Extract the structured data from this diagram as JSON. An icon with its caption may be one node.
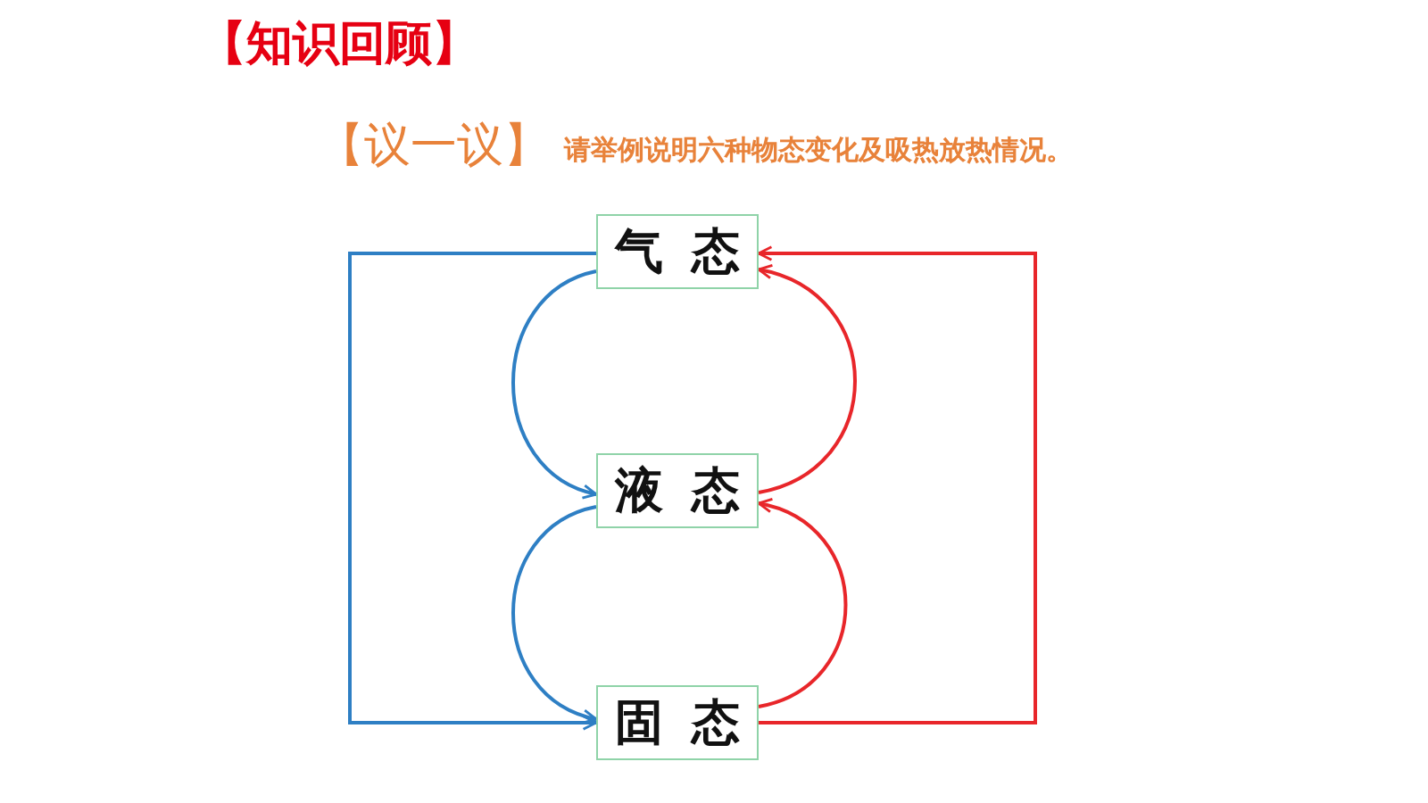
{
  "diagram": {
    "title": "【知识回顾】",
    "nodes": [
      {
        "text": [
          "气态"
        ]
      },
      {
        "text": [
          "液态"
        ]
      },
      {
        "text": [
          "固态"
        ]
      }
    ],
    "edges": [
      {
        "from": 0,
        "to": 2,
        "arrow": "to",
        "color": "#2e7fc4"
      },
      {
        "from": 0,
        "to": 1,
        "arrow": "to",
        "color": "#2e7fc4"
      },
      {
        "from": 1,
        "to": 2,
        "arrow": "to",
        "color": "#2e7fc4"
      },
      {
        "from": 2,
        "to": 0,
        "arrow": "to",
        "color": "#e8262a"
      },
      {
        "from": 1,
        "to": 0,
        "arrow": "to",
        "color": "#e8262a"
      },
      {
        "from": 2,
        "to": 1,
        "arrow": "to",
        "color": "#e8262a"
      }
    ],
    "labels": [
      "【议一议】",
      "请举例说明六种物态变化及吸热放热情况。"
    ]
  }
}
